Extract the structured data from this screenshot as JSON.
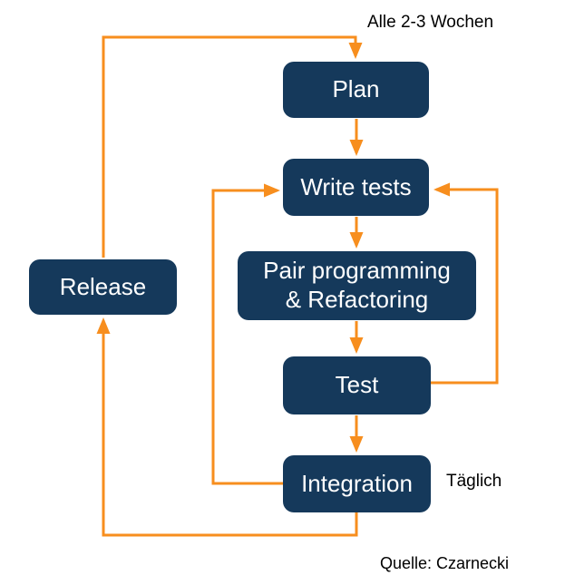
{
  "diagram": {
    "title": "XP development cycle flowchart",
    "colors": {
      "node_fill": "#15395B",
      "node_text": "#FFFFFF",
      "arrow": "#F78E1E",
      "annotation_text": "#000000",
      "background": "#FFFFFF"
    },
    "nodes": {
      "plan": {
        "label": "Plan"
      },
      "write_tests": {
        "label": "Write tests"
      },
      "pair": {
        "line1": "Pair programming",
        "line2": "& Refactoring"
      },
      "test": {
        "label": "Test"
      },
      "integration": {
        "label": "Integration"
      },
      "release": {
        "label": "Release"
      }
    },
    "edges": [
      {
        "from": "Release",
        "to": "Plan"
      },
      {
        "from": "Plan",
        "to": "Write tests"
      },
      {
        "from": "Write tests",
        "to": "Pair programming & Refactoring"
      },
      {
        "from": "Pair programming & Refactoring",
        "to": "Test"
      },
      {
        "from": "Test",
        "to": "Integration"
      },
      {
        "from": "Integration",
        "to": "Write tests"
      },
      {
        "from": "Test",
        "to": "Write tests"
      },
      {
        "from": "Integration",
        "to": "Release"
      }
    ],
    "annotations": {
      "cycle": "Alle 2-3 Wochen",
      "daily": "Täglich",
      "source": "Quelle: Czarnecki"
    }
  }
}
